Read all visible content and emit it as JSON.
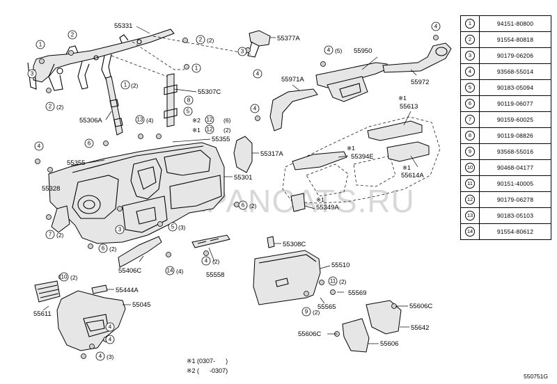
{
  "watermark": "WWW.JAPANCATS.RU",
  "drawing_id": "550751G",
  "footnotes": [
    "※1 (0307-      )",
    "※2 (      -0307)"
  ],
  "parts_table": [
    {
      "ref": "1",
      "number": "94151-80800"
    },
    {
      "ref": "2",
      "number": "91554-80818"
    },
    {
      "ref": "3",
      "number": "90179-06206"
    },
    {
      "ref": "4",
      "number": "93568-55014"
    },
    {
      "ref": "5",
      "number": "90183-05094"
    },
    {
      "ref": "6",
      "number": "90119-06077"
    },
    {
      "ref": "7",
      "number": "90159-60025"
    },
    {
      "ref": "8",
      "number": "90119-08826"
    },
    {
      "ref": "9",
      "number": "93568-55016"
    },
    {
      "ref": "10",
      "number": "90468-04177"
    },
    {
      "ref": "11",
      "number": "90151-40005"
    },
    {
      "ref": "12",
      "number": "90179-06278"
    },
    {
      "ref": "13",
      "number": "90183-05103"
    },
    {
      "ref": "14",
      "number": "91554-80612"
    }
  ],
  "part_labels": {
    "p55331": "55331",
    "p55377a": "55377A",
    "p55307c": "55307C",
    "p55306a": "55306A",
    "p55355a": "55355",
    "p55355b": "55355",
    "p55317a": "55317A",
    "p55301": "55301",
    "p55328": "55328",
    "p55950": "55950",
    "p55971a": "55971A",
    "p55972": "55972",
    "p55613": "55613",
    "p55394e": "55394E",
    "p55614a": "55614A",
    "p55349a": "55349A",
    "p55308c": "55308C",
    "p55406c": "55406C",
    "p55558": "55558",
    "p55510": "55510",
    "p55569": "55569",
    "p55565": "55565",
    "p55444a": "55444A",
    "p55611": "55611",
    "p55045": "55045",
    "p55606c1": "55606C",
    "p55606c2": "55606C",
    "p55642": "55642",
    "p55606": "55606"
  },
  "mark_1": "※1",
  "mark_2": "※2",
  "qty_2": "(2)",
  "qty_3": "(3)",
  "qty_4": "(4)",
  "qty_5": "(5)",
  "qty_6": "(6)",
  "callouts": {
    "c1": "1",
    "c2": "2",
    "c3": "3",
    "c4": "4",
    "c5": "5",
    "c6": "6",
    "c7": "7",
    "c8": "8",
    "c9": "9",
    "c10": "10",
    "c11": "11",
    "c12": "12",
    "c13": "13",
    "c14": "14"
  }
}
